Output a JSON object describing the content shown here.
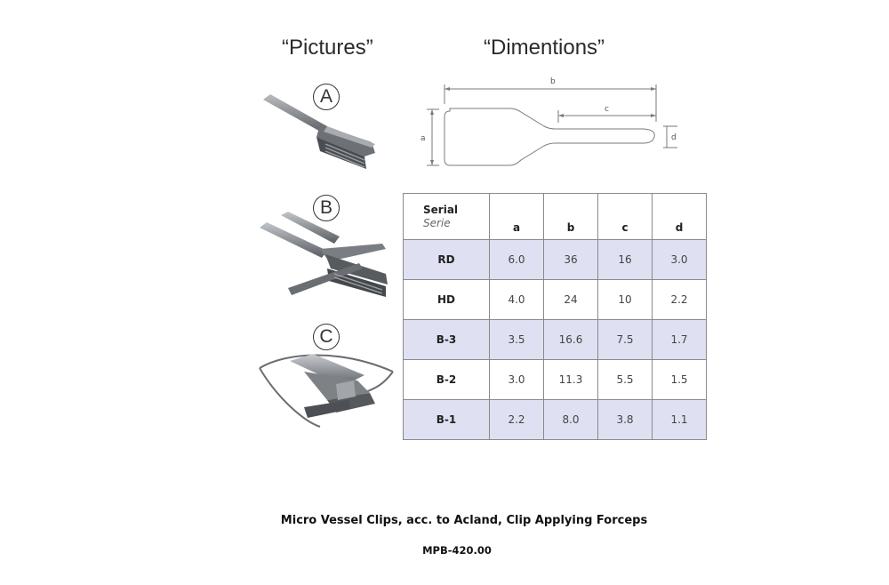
{
  "headings": {
    "pictures": "“Pictures”",
    "dimentions": "“Dimentions”"
  },
  "pictures": [
    {
      "letter": "A",
      "icon": "micro-vessel-clip-single"
    },
    {
      "letter": "B",
      "icon": "micro-vessel-clip-double"
    },
    {
      "letter": "C",
      "icon": "clip-applying-forceps"
    }
  ],
  "diagram": {
    "labels": {
      "a": "a",
      "b": "b",
      "c": "c",
      "d": "d"
    }
  },
  "table": {
    "header": {
      "serial": "Serial",
      "serie": "Serie",
      "columns": [
        "a",
        "b",
        "c",
        "d"
      ]
    },
    "rows": [
      {
        "serial": "RD",
        "values": [
          "6.0",
          "36",
          "16",
          "3.0"
        ],
        "shaded": true
      },
      {
        "serial": "HD",
        "values": [
          "4.0",
          "24",
          "10",
          "2.2"
        ],
        "shaded": false
      },
      {
        "serial": "B-3",
        "values": [
          "3.5",
          "16.6",
          "7.5",
          "1.7"
        ],
        "shaded": true
      },
      {
        "serial": "B-2",
        "values": [
          "3.0",
          "11.3",
          "5.5",
          "1.5"
        ],
        "shaded": false
      },
      {
        "serial": "B-1",
        "values": [
          "2.2",
          "8.0",
          "3.8",
          "1.1"
        ],
        "shaded": true
      }
    ],
    "shade_color": "#dfe1f2"
  },
  "caption": {
    "title": "Micro Vessel Clips, acc. to Acland, Clip Applying Forceps",
    "code": "MPB-420.00"
  }
}
